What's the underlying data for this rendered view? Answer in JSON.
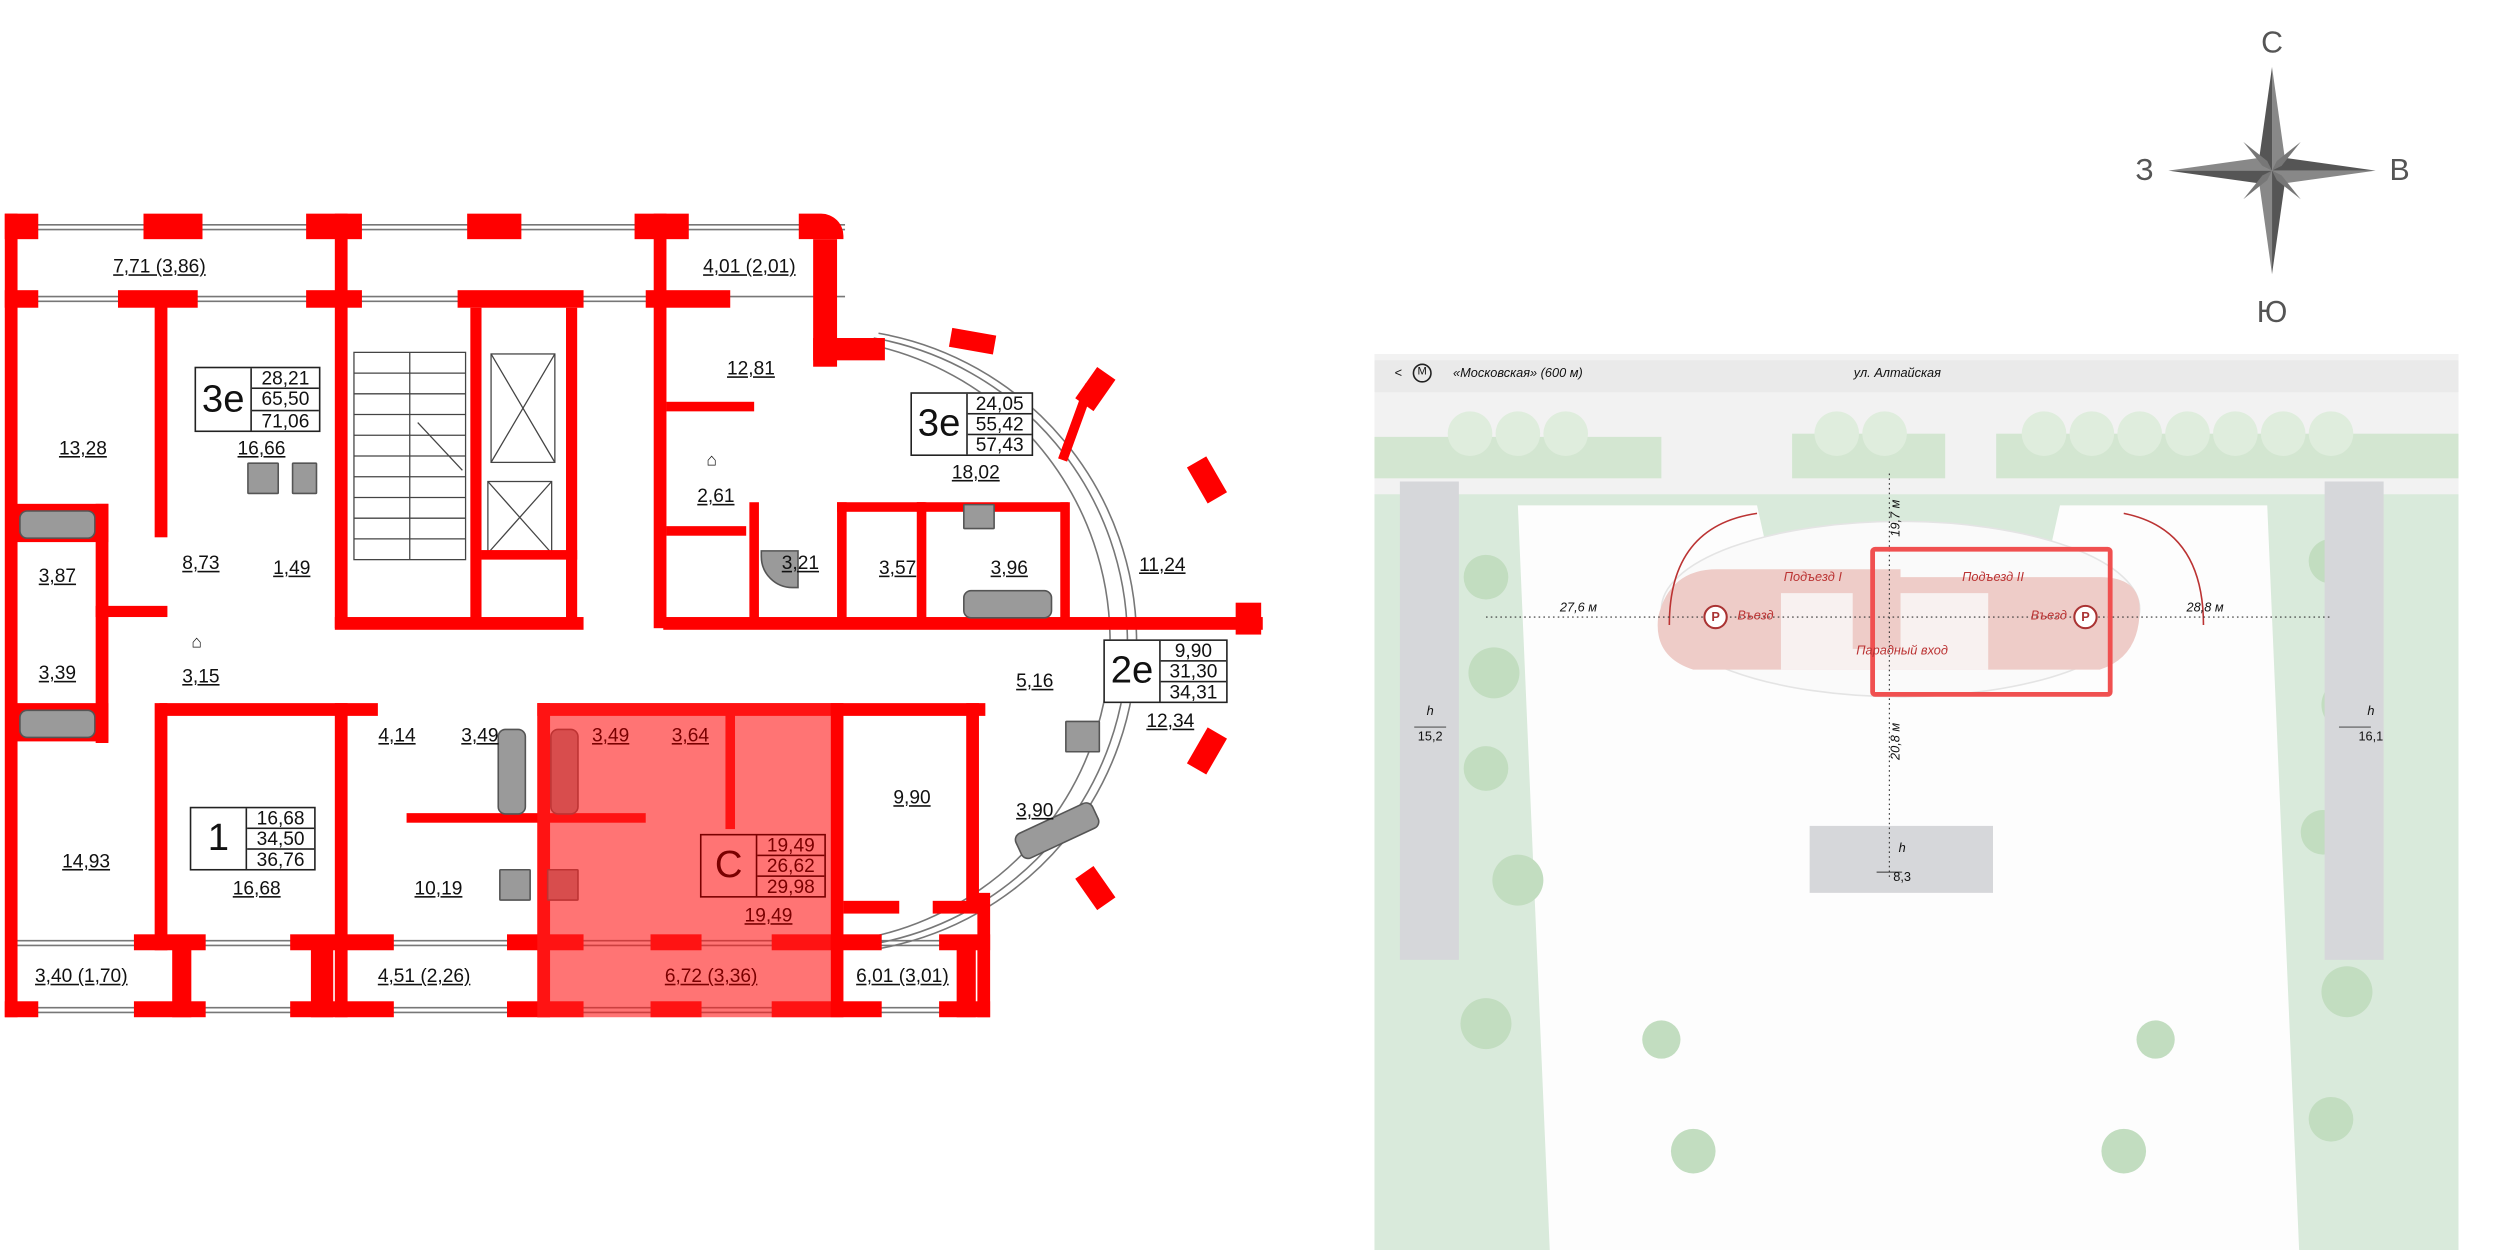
{
  "floor_plan": {
    "room_areas": [
      "7,71 (3,86)",
      "4,01 (2,01)",
      "12,81",
      "18,02",
      "13,28",
      "16,66",
      "2,61",
      "3,87",
      "8,73",
      "1,49",
      "3,21",
      "3,57",
      "3,96",
      "11,24",
      "3,39",
      "3,15",
      "5,16",
      "12,34",
      "4,14",
      "3,49",
      "3,49",
      "3,64",
      "9,90",
      "3,90",
      "14,93",
      "16,68",
      "10,19",
      "19,49",
      "3,40 (1,70)",
      "4,51 (2,26)",
      "6,72 (3,36)",
      "6,01 (3,01)"
    ],
    "apartments": [
      {
        "type": "3е",
        "areas": [
          "28,21",
          "65,50",
          "71,06"
        ]
      },
      {
        "type": "3е",
        "areas": [
          "24,05",
          "55,42",
          "57,43"
        ]
      },
      {
        "type": "2е",
        "areas": [
          "9,90",
          "31,30",
          "34,31"
        ]
      },
      {
        "type": "1",
        "areas": [
          "16,68",
          "34,50",
          "36,76"
        ]
      },
      {
        "type": "С",
        "areas": [
          "19,49",
          "26,62",
          "29,98"
        ],
        "highlighted": true
      }
    ],
    "wall_color": "#ff0000",
    "highlight_color": "#ff6666"
  },
  "compass": {
    "north": "С",
    "south": "Ю",
    "west": "З",
    "east": "В"
  },
  "site_plan": {
    "metro_back": "<",
    "metro": "«Московская» (600 м)",
    "street": "ул. Алтайская",
    "entrance_1": "Подъезд I",
    "entrance_2": "Подъезд II",
    "entry_left": "Въезд",
    "entry_right": "Въезд",
    "parking": "P",
    "main_entrance": "Парадный вход",
    "dist_left": "27,6 м",
    "dist_right": "28,8 м",
    "dist_top": "19,7 м",
    "dist_bottom": "20,8 м",
    "buildings": [
      {
        "h": "h",
        "value": "15,2"
      },
      {
        "h": "h",
        "value": "16,1"
      },
      {
        "h": "h",
        "value": "8,3"
      }
    ],
    "highlight_color": "#f05050"
  }
}
